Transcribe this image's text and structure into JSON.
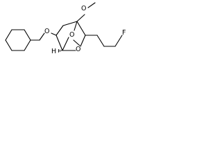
{
  "molecule": {
    "atoms": {
      "oxygen_ether_left": "O",
      "oxygen_methoxy": "O",
      "oxygen_bridge_a": "O",
      "oxygen_bridge_b": "O",
      "fluorine": "F",
      "hydrogen": "H"
    }
  }
}
